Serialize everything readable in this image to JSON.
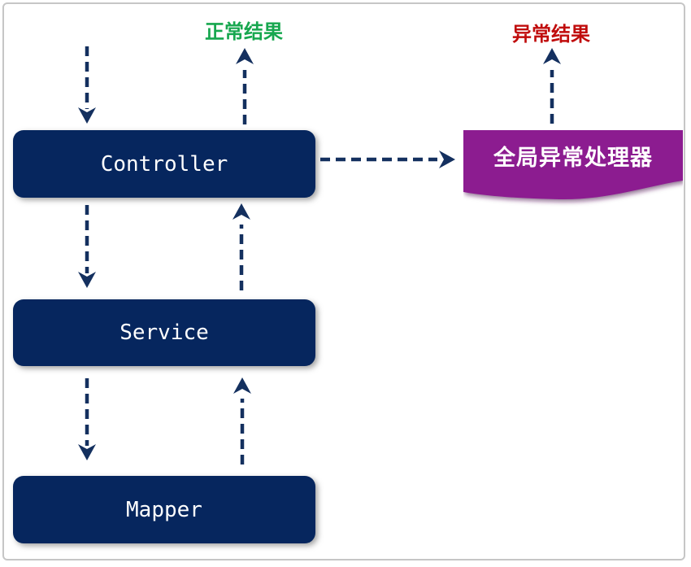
{
  "colors": {
    "node": "#06265e",
    "arrow": "#14305f",
    "handler": "#8c1c90",
    "normal": "#17a74f",
    "error": "#c00c0c",
    "frame": "#c6c6c6",
    "node_text": "#ffffff"
  },
  "diagram": {
    "nodes": [
      {
        "id": "controller",
        "label": "Controller",
        "shape": "rounded-rect"
      },
      {
        "id": "service",
        "label": "Service",
        "shape": "rounded-rect"
      },
      {
        "id": "mapper",
        "label": "Mapper",
        "shape": "rounded-rect"
      },
      {
        "id": "exception-handler",
        "label": "全局异常处理器",
        "shape": "document-wave"
      }
    ],
    "labels": [
      {
        "id": "normal-result",
        "text": "正常结果"
      },
      {
        "id": "exception-result",
        "text": "异常结果"
      }
    ],
    "edges": [
      {
        "from": "request",
        "to": "controller",
        "style": "dashed-arrow"
      },
      {
        "from": "controller",
        "to": "normal-result",
        "style": "dashed-arrow"
      },
      {
        "from": "controller",
        "to": "exception-handler",
        "style": "dashed-arrow"
      },
      {
        "from": "exception-handler",
        "to": "exception-result",
        "style": "dashed-arrow"
      },
      {
        "from": "controller",
        "to": "service",
        "style": "dashed-arrow"
      },
      {
        "from": "service",
        "to": "controller",
        "style": "dashed-arrow"
      },
      {
        "from": "service",
        "to": "mapper",
        "style": "dashed-arrow"
      },
      {
        "from": "mapper",
        "to": "service",
        "style": "dashed-arrow"
      }
    ]
  }
}
